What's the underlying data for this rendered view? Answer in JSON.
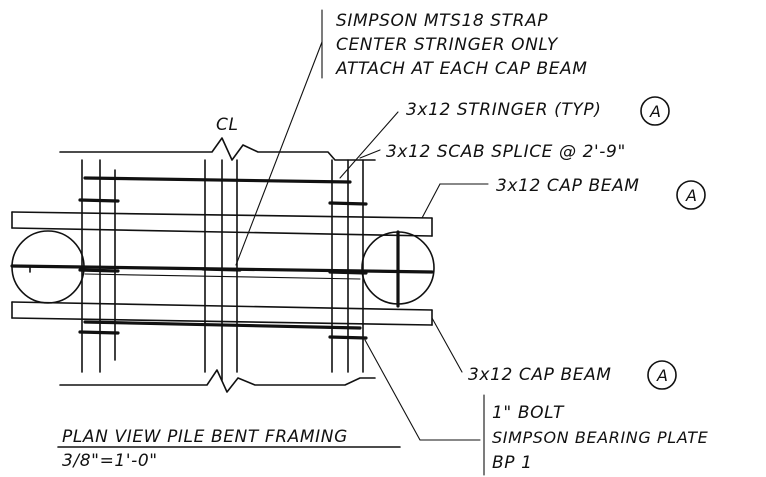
{
  "labels": {
    "strap_line1": "SIMPSON MTS18 STRAP",
    "strap_line2": "CENTER STRINGER ONLY",
    "strap_line3": "ATTACH AT EACH CAP BEAM",
    "centerline_mark": "CL",
    "stringer": "3x12 STRINGER (TYP)",
    "scab_splice": "3x12 SCAB SPLICE @ 2'-9\"",
    "cap_beam_top": "3x12 CAP BEAM",
    "cap_beam_bottom": "3x12 CAP BEAM",
    "bolt_line1": "1\" BOLT",
    "bolt_line2": "SIMPSON BEARING PLATE",
    "bolt_line3": "BP 1",
    "title": "PLAN VIEW PILE BENT FRAMING",
    "scale": "3/8\"=1'-0\""
  },
  "tags": {
    "stringer_tag": "A",
    "cap_top_tag": "A",
    "cap_bottom_tag": "A"
  },
  "colors": {
    "ink": "#111111",
    "paper": "#ffffff"
  }
}
